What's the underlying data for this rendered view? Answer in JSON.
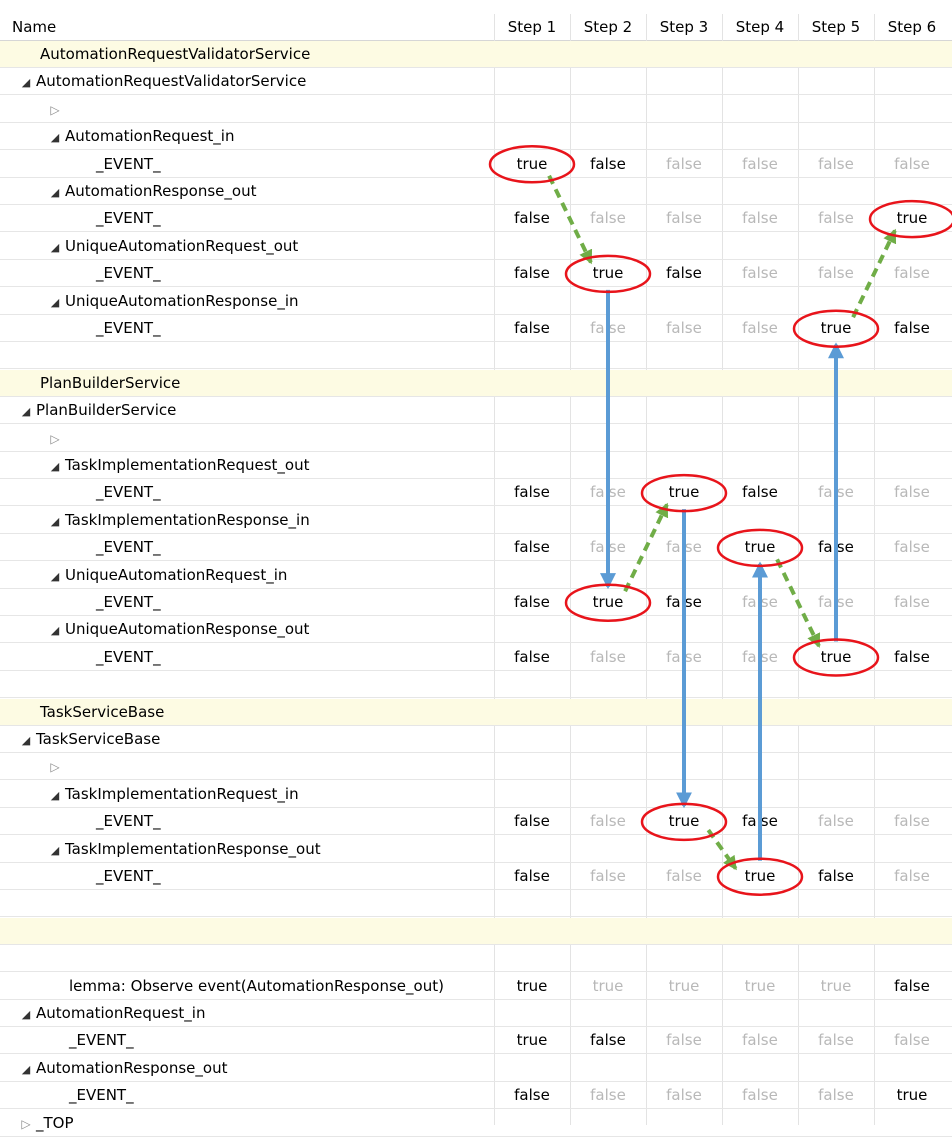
{
  "header": {
    "name_label": "Name",
    "steps": [
      "Step 1",
      "Step 2",
      "Step 3",
      "Step 4",
      "Step 5",
      "Step 6"
    ]
  },
  "rows": [
    {
      "type": "section",
      "label": "AutomationRequestValidatorService"
    },
    {
      "type": "node",
      "indent": 0,
      "expander": "open",
      "label": "AutomationRequestValidatorService"
    },
    {
      "type": "node",
      "indent": 1,
      "expander": "closed",
      "label": ""
    },
    {
      "type": "node",
      "indent": 1,
      "expander": "open",
      "label": "AutomationRequest_in"
    },
    {
      "type": "leaf",
      "indent": 2,
      "label": "_EVENT_",
      "values": [
        "true",
        "false",
        "false",
        "false",
        "false",
        "false"
      ],
      "dim": [
        false,
        false,
        true,
        true,
        true,
        true
      ]
    },
    {
      "type": "node",
      "indent": 1,
      "expander": "open",
      "label": "AutomationResponse_out"
    },
    {
      "type": "leaf",
      "indent": 2,
      "label": "_EVENT_",
      "values": [
        "false",
        "false",
        "false",
        "false",
        "false",
        "true"
      ],
      "dim": [
        false,
        true,
        true,
        true,
        true,
        false
      ]
    },
    {
      "type": "node",
      "indent": 1,
      "expander": "open",
      "label": "UniqueAutomationRequest_out"
    },
    {
      "type": "leaf",
      "indent": 2,
      "label": "_EVENT_",
      "values": [
        "false",
        "true",
        "false",
        "false",
        "false",
        "false"
      ],
      "dim": [
        false,
        false,
        false,
        true,
        true,
        true
      ]
    },
    {
      "type": "node",
      "indent": 1,
      "expander": "open",
      "label": "UniqueAutomationResponse_in"
    },
    {
      "type": "leaf",
      "indent": 2,
      "label": "_EVENT_",
      "values": [
        "false",
        "false",
        "false",
        "false",
        "true",
        "false"
      ],
      "dim": [
        false,
        true,
        true,
        true,
        false,
        false
      ]
    },
    {
      "type": "blank"
    },
    {
      "type": "section",
      "label": "PlanBuilderService"
    },
    {
      "type": "node",
      "indent": 0,
      "expander": "open",
      "label": "PlanBuilderService"
    },
    {
      "type": "node",
      "indent": 1,
      "expander": "closed",
      "label": ""
    },
    {
      "type": "node",
      "indent": 1,
      "expander": "open",
      "label": "TaskImplementationRequest_out"
    },
    {
      "type": "leaf",
      "indent": 2,
      "label": "_EVENT_",
      "values": [
        "false",
        "false",
        "true",
        "false",
        "false",
        "false"
      ],
      "dim": [
        false,
        true,
        false,
        false,
        true,
        true
      ]
    },
    {
      "type": "node",
      "indent": 1,
      "expander": "open",
      "label": "TaskImplementationResponse_in"
    },
    {
      "type": "leaf",
      "indent": 2,
      "label": "_EVENT_",
      "values": [
        "false",
        "false",
        "false",
        "true",
        "false",
        "false"
      ],
      "dim": [
        false,
        true,
        true,
        false,
        false,
        true
      ]
    },
    {
      "type": "node",
      "indent": 1,
      "expander": "open",
      "label": "UniqueAutomationRequest_in"
    },
    {
      "type": "leaf",
      "indent": 2,
      "label": "_EVENT_",
      "values": [
        "false",
        "true",
        "false",
        "false",
        "false",
        "false"
      ],
      "dim": [
        false,
        false,
        false,
        true,
        true,
        true
      ]
    },
    {
      "type": "node",
      "indent": 1,
      "expander": "open",
      "label": "UniqueAutomationResponse_out"
    },
    {
      "type": "leaf",
      "indent": 2,
      "label": "_EVENT_",
      "values": [
        "false",
        "false",
        "false",
        "false",
        "true",
        "false"
      ],
      "dim": [
        false,
        true,
        true,
        true,
        false,
        false
      ]
    },
    {
      "type": "blank"
    },
    {
      "type": "section",
      "label": "TaskServiceBase"
    },
    {
      "type": "node",
      "indent": 0,
      "expander": "open",
      "label": "TaskServiceBase"
    },
    {
      "type": "node",
      "indent": 1,
      "expander": "closed",
      "label": ""
    },
    {
      "type": "node",
      "indent": 1,
      "expander": "open",
      "label": "TaskImplementationRequest_in"
    },
    {
      "type": "leaf",
      "indent": 2,
      "label": "_EVENT_",
      "values": [
        "false",
        "false",
        "true",
        "false",
        "false",
        "false"
      ],
      "dim": [
        false,
        true,
        false,
        false,
        true,
        true
      ]
    },
    {
      "type": "node",
      "indent": 1,
      "expander": "open",
      "label": "TaskImplementationResponse_out"
    },
    {
      "type": "leaf",
      "indent": 2,
      "label": "_EVENT_",
      "values": [
        "false",
        "false",
        "false",
        "true",
        "false",
        "false"
      ],
      "dim": [
        false,
        true,
        true,
        false,
        false,
        true
      ]
    },
    {
      "type": "blank"
    },
    {
      "type": "section",
      "label": ""
    },
    {
      "type": "blank"
    },
    {
      "type": "leaf",
      "indent": 1,
      "label": "lemma: Observe event(AutomationResponse_out)",
      "values": [
        "true",
        "true",
        "true",
        "true",
        "true",
        "false"
      ],
      "dim": [
        false,
        true,
        true,
        true,
        true,
        false
      ]
    },
    {
      "type": "node",
      "indent": 0,
      "expander": "open",
      "label": "AutomationRequest_in"
    },
    {
      "type": "leaf",
      "indent": 1,
      "label": "_EVENT_",
      "values": [
        "true",
        "false",
        "false",
        "false",
        "false",
        "false"
      ],
      "dim": [
        false,
        false,
        true,
        true,
        true,
        true
      ]
    },
    {
      "type": "node",
      "indent": 0,
      "expander": "open",
      "label": "AutomationResponse_out"
    },
    {
      "type": "leaf",
      "indent": 1,
      "label": "_EVENT_",
      "values": [
        "false",
        "false",
        "false",
        "false",
        "false",
        "true"
      ],
      "dim": [
        false,
        true,
        true,
        true,
        true,
        false
      ]
    },
    {
      "type": "node",
      "indent": 0,
      "expander": "closed",
      "label": "_TOP"
    }
  ],
  "annotations": {
    "highlight_color": "#e8141b",
    "blue_arrow_color": "#5b9bd5",
    "green_arrow_color": "#70ad47",
    "circled": [
      [
        4,
        0
      ],
      [
        6,
        5
      ],
      [
        8,
        1
      ],
      [
        10,
        4
      ],
      [
        16,
        2
      ],
      [
        18,
        3
      ],
      [
        20,
        1
      ],
      [
        22,
        4
      ],
      [
        28,
        2
      ],
      [
        30,
        3
      ]
    ],
    "green_arrows": [
      [
        4,
        0,
        8,
        1
      ],
      [
        20,
        1,
        16,
        2
      ],
      [
        10,
        4,
        6,
        5
      ],
      [
        28,
        2,
        30,
        3
      ],
      [
        18,
        3,
        22,
        4
      ]
    ],
    "blue_arrows": [
      [
        8,
        1,
        20,
        1
      ],
      [
        16,
        2,
        28,
        2
      ],
      [
        30,
        3,
        18,
        3
      ],
      [
        22,
        4,
        10,
        4
      ]
    ]
  }
}
